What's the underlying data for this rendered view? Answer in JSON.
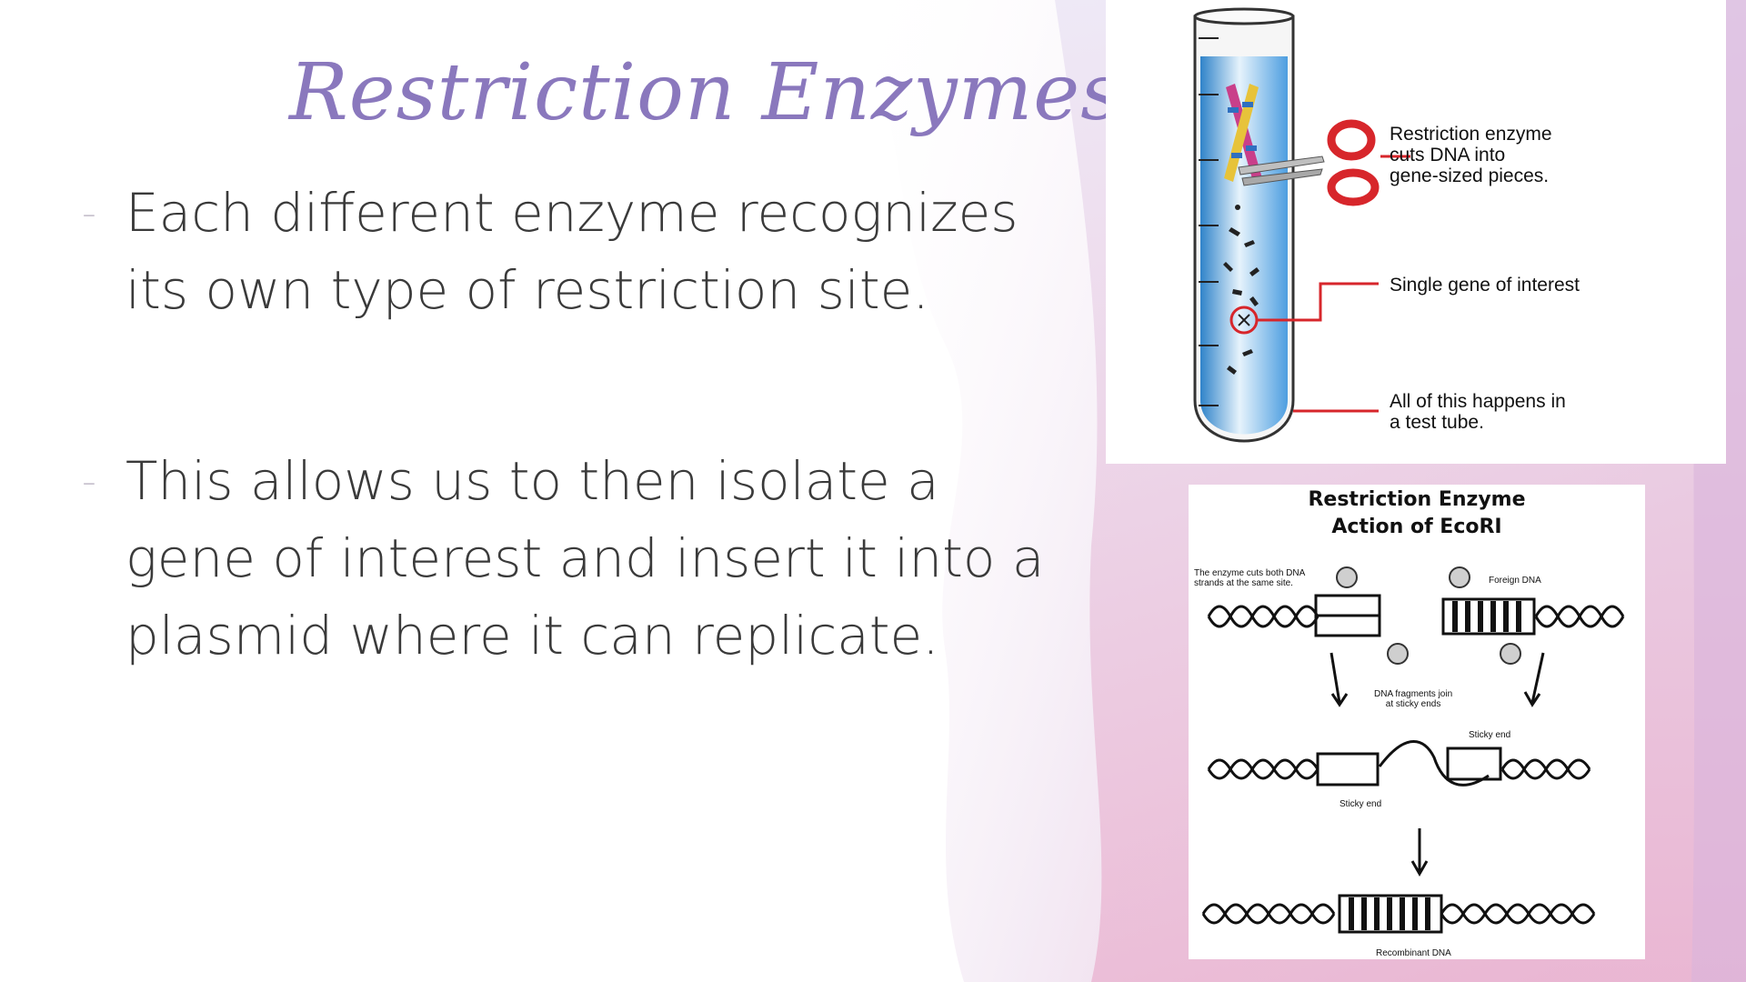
{
  "slide": {
    "title": "Restriction Enzymes",
    "bullets": [
      "Each different enzyme recognizes its own type of restriction site.",
      "This allows us to then isolate a gene of interest and insert it into a plasmid where it can replicate."
    ],
    "bullet_marker": "-"
  },
  "test_tube_figure": {
    "label_cut": "Restriction enzyme\ncuts DNA into\ngene-sized pieces.",
    "label_gene": "Single gene of interest",
    "label_tube": "All of this happens in\na test tube."
  },
  "ecori_figure": {
    "title_line1": "Restriction Enzyme",
    "title_line2": "Action of EcoRI",
    "note_cut": "The enzyme cuts both DNA\nstrands at the same site.",
    "note_foreign": "Foreign DNA",
    "note_join": "DNA fragments join\nat sticky ends",
    "note_sticky_top": "Sticky end",
    "note_sticky_bottom": "Sticky end",
    "note_recombinant": "Recombinant DNA"
  },
  "colors": {
    "title": "#8a78bd",
    "body_text": "#3a3a3a",
    "tube_blue": "#5aa9e0",
    "scissors_red": "#d7262b",
    "line_red": "#d7262b",
    "background_wash": "#e9b8d6"
  }
}
